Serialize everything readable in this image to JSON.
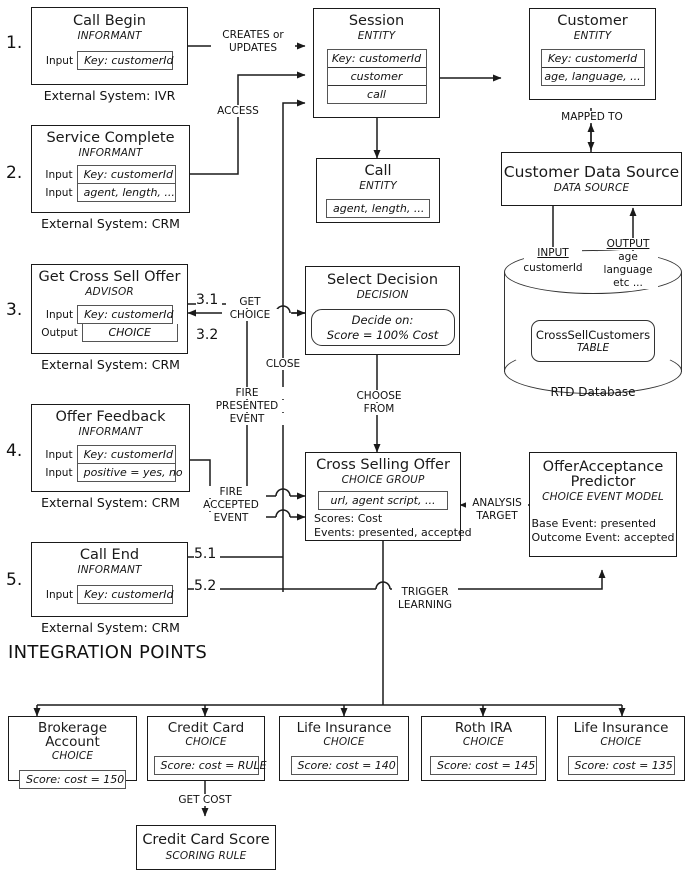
{
  "diagram": {
    "section_heading": "INTEGRATION POINTS"
  },
  "steps": [
    {
      "num": "1."
    },
    {
      "num": "2."
    },
    {
      "num": "3."
    },
    {
      "num": "4."
    },
    {
      "num": "5."
    }
  ],
  "nodes": {
    "call_begin": {
      "title": "Call Begin",
      "subtitle": "INFORMANT",
      "rows": [
        {
          "label": "Input",
          "value": "Key: customerId"
        }
      ],
      "external": "External System: IVR"
    },
    "service_complete": {
      "title": "Service Complete",
      "subtitle": "INFORMANT",
      "rows": [
        {
          "label": "Input",
          "value": "Key: customerId"
        },
        {
          "label": "Input",
          "value": "agent, length, ..."
        }
      ],
      "external": "External System: CRM"
    },
    "get_cross_sell_offer": {
      "title": "Get Cross Sell Offer",
      "subtitle": "ADVISOR",
      "rows": [
        {
          "label": "Input",
          "value": "Key: customerId"
        },
        {
          "label": "Output",
          "value": "CHOICE"
        }
      ],
      "external": "External System: CRM"
    },
    "offer_feedback": {
      "title": "Offer Feedback",
      "subtitle": "INFORMANT",
      "rows": [
        {
          "label": "Input",
          "value": "Key: customerId"
        },
        {
          "label": "Input",
          "value": "positive = yes, no"
        }
      ],
      "external": "External System: CRM"
    },
    "call_end": {
      "title": "Call End",
      "subtitle": "INFORMANT",
      "rows": [
        {
          "label": "Input",
          "value": "Key: customerId"
        }
      ],
      "external": "External System: CRM"
    },
    "session": {
      "title": "Session",
      "subtitle": "ENTITY",
      "attributes": [
        "Key: customerId",
        "customer",
        "call"
      ]
    },
    "call": {
      "title": "Call",
      "subtitle": "ENTITY",
      "attributes": [
        "agent, length, ..."
      ]
    },
    "customer": {
      "title": "Customer",
      "subtitle": "ENTITY",
      "attributes": [
        "Key: customerId",
        "age, language, ..."
      ]
    },
    "customer_data_source": {
      "title": "Customer Data Source",
      "subtitle": "DATA SOURCE"
    },
    "select_decision": {
      "title": "Select Decision",
      "subtitle": "DECISION",
      "rule_line1": "Decide on:",
      "rule_line2": "Score = 100% Cost"
    },
    "cross_selling_offer": {
      "title": "Cross Selling Offer",
      "subtitle": "CHOICE GROUP",
      "attribute": "url, agent script, ...",
      "scores": "Scores: Cost",
      "events": "Events: presented, accepted"
    },
    "offer_acceptance_predictor": {
      "title_line1": "OfferAcceptance",
      "title_line2": "Predictor",
      "subtitle": "CHOICE EVENT MODEL",
      "base_event": "Base Event: presented",
      "outcome_event": "Outcome Event: accepted"
    },
    "rtd_database": {
      "label": "RTD Database",
      "table_name": "CrossSellCustomers",
      "table_kind": "TABLE",
      "input_title": "INPUT",
      "input_value": "customerId",
      "output_title": "OUTPUT",
      "output_line1": "age",
      "output_line2": "language",
      "output_line3": "etc ..."
    },
    "credit_card_score": {
      "title": "Credit Card Score",
      "subtitle": "SCORING RULE"
    }
  },
  "choices": [
    {
      "title": "Brokerage Account",
      "subtitle": "CHOICE",
      "score": "Score: cost = 150"
    },
    {
      "title": "Credit Card",
      "subtitle": "CHOICE",
      "score": "Score: cost = RULE"
    },
    {
      "title": "Life Insurance",
      "subtitle": "CHOICE",
      "score": "Score: cost = 140"
    },
    {
      "title": "Roth IRA",
      "subtitle": "CHOICE",
      "score": "Score: cost = 145"
    },
    {
      "title": "Life Insurance",
      "subtitle": "CHOICE",
      "score": "Score: cost = 135"
    }
  ],
  "edge_labels": {
    "creates_or_updates_l1": "CREATES or",
    "creates_or_updates_l2": "UPDATES",
    "access": "ACCESS",
    "mapped_to": "MAPPED TO",
    "get_choice_l1": "GET",
    "get_choice_l2": "CHOICE",
    "close": "CLOSE",
    "fire_presented_l1": "FIRE",
    "fire_presented_l2": "PRESENTED",
    "fire_presented_l3": "EVENT",
    "fire_accepted_l1": "FIRE",
    "fire_accepted_l2": "ACCEPTED",
    "fire_accepted_l3": "EVENT",
    "choose_from_l1": "CHOOSE",
    "choose_from_l2": "FROM",
    "analysis_target_l1": "ANALYSIS",
    "analysis_target_l2": "TARGET",
    "trigger_learning_l1": "TRIGGER",
    "trigger_learning_l2": "LEARNING",
    "get_cost": "GET COST",
    "step31": "3.1",
    "step32": "3.2",
    "step51": "5.1",
    "step52": "5.2"
  },
  "colors": {
    "stroke": "#1a1a1a",
    "field_border": "#555555",
    "background": "#ffffff"
  }
}
